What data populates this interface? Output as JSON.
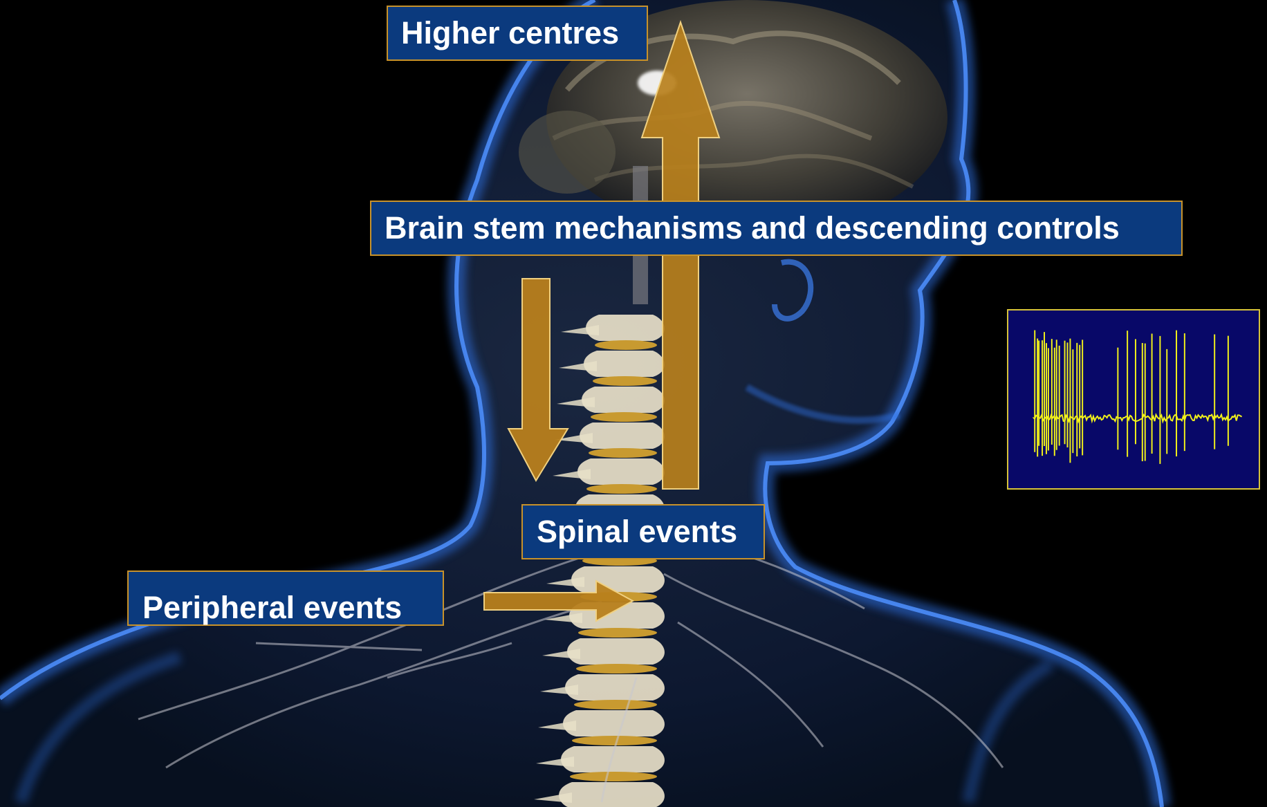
{
  "labels": {
    "higher_centres": "Higher centres",
    "brain_stem": "Brain stem mechanisms and descending controls",
    "spinal_events": "Spinal events",
    "peripheral_events": "Peripheral events"
  },
  "colors": {
    "background": "#000000",
    "body_glow": "#2f6fe0",
    "label_fill": "#0b3a7e",
    "label_border": "#c8922a",
    "arrow_fill": "#b8801c",
    "arrow_edge": "#f0d080",
    "spine_bone": "#e8e0c8",
    "spine_disc": "#c89a30",
    "nerve": "#c8c8d0",
    "trace_bg": "#080868",
    "trace_line": "#f2f21a"
  },
  "icons": {
    "human_figure": "head-and-shoulders-silhouette",
    "spine": "cervical-spine-illustration",
    "trace": "neural-spike-train"
  }
}
